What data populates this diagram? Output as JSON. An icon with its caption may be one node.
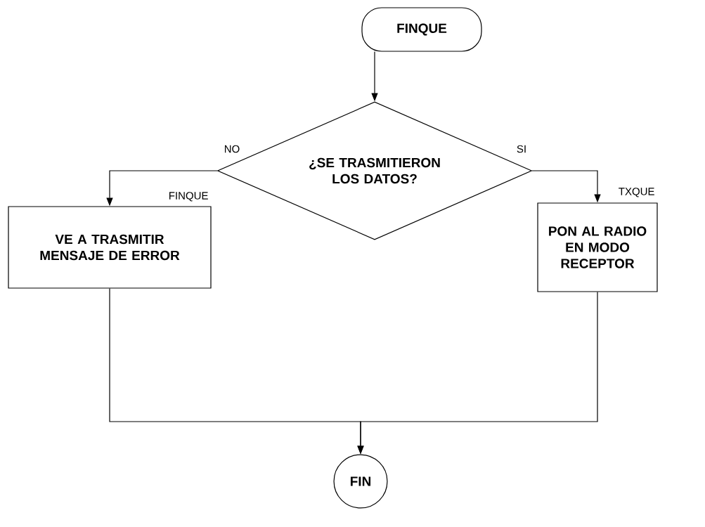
{
  "diagram": {
    "nodes": [
      {
        "text": [
          "FINQUE"
        ]
      },
      {
        "text": [
          "¿SE TRASMITIERON LOS DATOS?"
        ]
      },
      {
        "text": [
          "VE A TRASMITIR MENSAJE DE ERROR"
        ],
        "beside": [
          "FINQUE"
        ]
      },
      {
        "text": [
          "PON AL RADIO EN MODO RECEPTOR"
        ],
        "beside": [
          "TXQUE"
        ]
      },
      {
        "text": [
          "FIN"
        ]
      }
    ],
    "edges": [
      {
        "from": 0,
        "to": 1,
        "arrow": "to"
      },
      {
        "from": 1,
        "to": 2,
        "arrow": "to",
        "label": "NO"
      },
      {
        "from": 1,
        "to": 3,
        "arrow": "to",
        "label": "SI"
      },
      {
        "from": 2,
        "to": 4,
        "arrow": "to"
      },
      {
        "from": 3,
        "to": 4,
        "arrow": "to"
      }
    ]
  }
}
